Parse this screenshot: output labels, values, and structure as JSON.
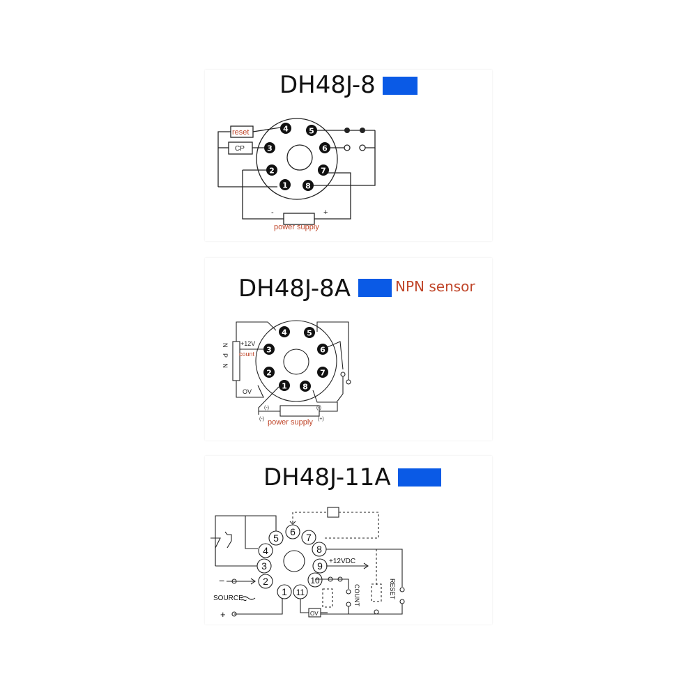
{
  "colors": {
    "accent_blue": "#0a5ae6",
    "label_red": "#c0462a",
    "line": "#222222"
  },
  "panel1": {
    "title": "DH48J-8",
    "pins": [
      "1",
      "2",
      "3",
      "4",
      "5",
      "6",
      "7",
      "8"
    ],
    "reset_label": "reset",
    "cp_label": "CP",
    "minus": "-",
    "plus": "+",
    "power_label": "power supply"
  },
  "panel2": {
    "title": "DH48J-8A",
    "subtitle": "NPN sensor",
    "pins": [
      "1",
      "2",
      "3",
      "4",
      "5",
      "6",
      "7",
      "8"
    ],
    "sensor_label": "N P N",
    "v12_label": "+12V",
    "count_label": "count",
    "ov_label": "OV",
    "neg_left": "(-)",
    "pos_right": "(-)",
    "neg_bottom": "(-)",
    "pos_bottom": "(+)",
    "power_label": "power supply"
  },
  "panel3": {
    "title": "DH48J-11A",
    "pins": [
      "1",
      "2",
      "3",
      "4",
      "5",
      "6",
      "7",
      "8",
      "9",
      "10",
      "11"
    ],
    "vdc_label": "+12VDC",
    "count_label": "COUNT",
    "reset_label": "RESET",
    "source_label": "SOURCE",
    "ac_symbol": "~",
    "minus": "−",
    "plus": "+",
    "ov_label": "OV"
  }
}
